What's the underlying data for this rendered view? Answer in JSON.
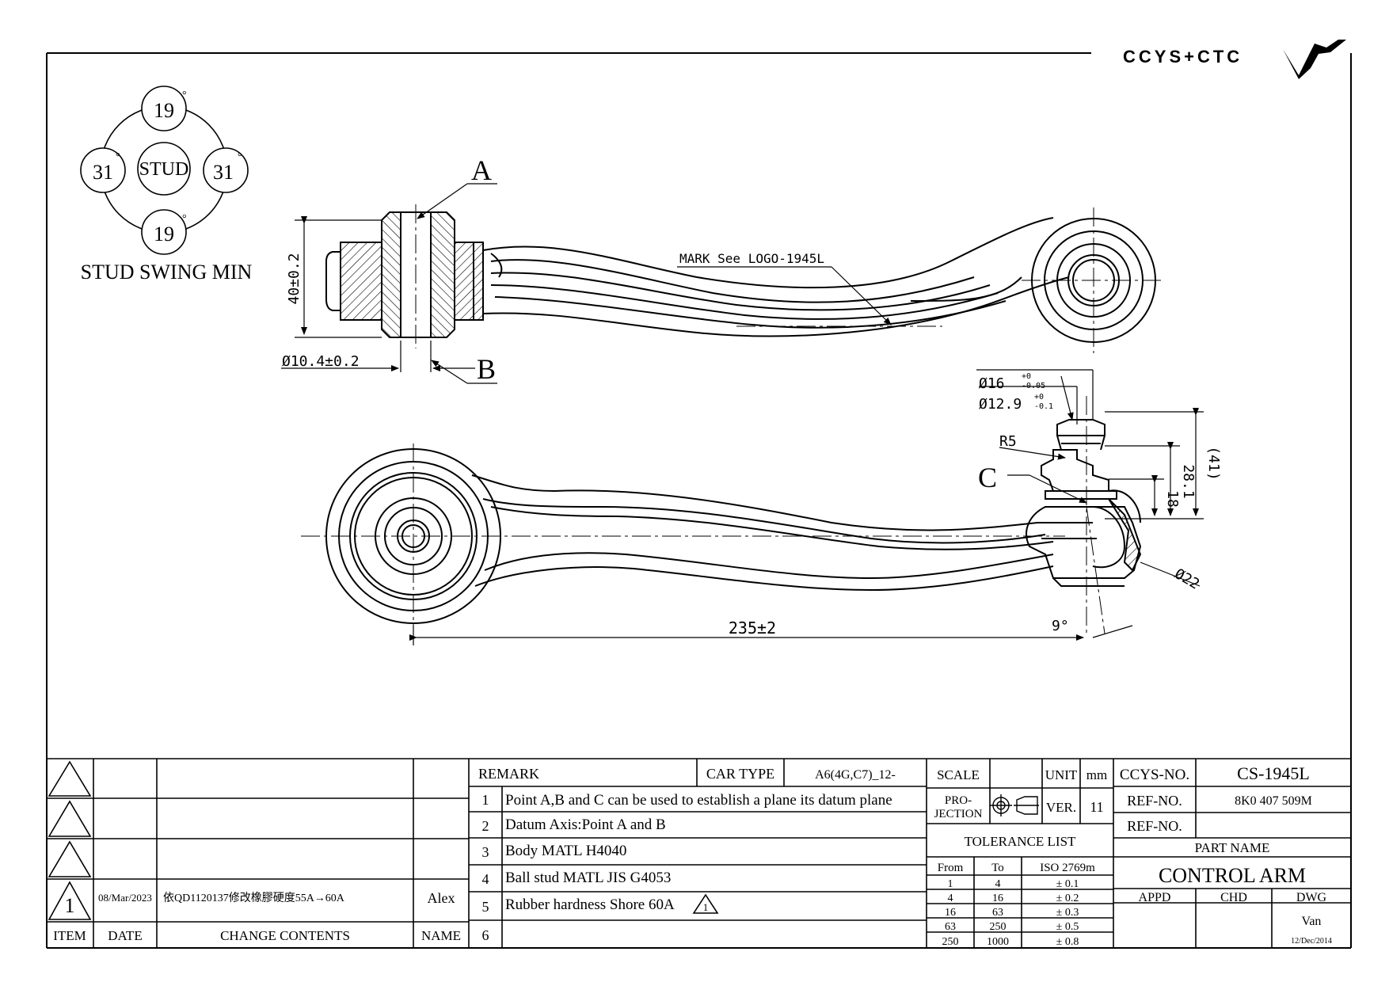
{
  "logo": {
    "text": "CCYS+CTC"
  },
  "stud_swing": {
    "top": "19",
    "bottom": "19",
    "left": "31",
    "right": "31",
    "center": "STUD",
    "degree": "°",
    "caption": "STUD SWING MIN"
  },
  "top_view": {
    "point_a": "A",
    "point_b": "B",
    "height_dim": "40±0.2",
    "bore_dim": "Ø10.4±0.2",
    "mark_note": "MARK See LOGO-1945L"
  },
  "bottom_view": {
    "dia16": "Ø16",
    "dia16_tol_upper": "+0",
    "dia16_tol_lower": "-0.05",
    "dia129": "Ø12.9",
    "dia129_tol_upper": "+0",
    "dia129_tol_lower": "-0.1",
    "r5": "R5",
    "point_c": "C",
    "dim41": "(41)",
    "dim281": "28.1",
    "dim18": "18",
    "dia22": "Ø22",
    "angle": "9°",
    "length": "235±2"
  },
  "revisions": {
    "rows": [
      {
        "item": "",
        "date": "",
        "contents": "",
        "name": ""
      },
      {
        "item": "",
        "date": "",
        "contents": "",
        "name": ""
      },
      {
        "item": "",
        "date": "",
        "contents": "",
        "name": ""
      },
      {
        "item": "1",
        "date": "08/Mar/2023",
        "contents": "依QD1120137修改橡膠硬度55A→60A",
        "name": "Alex"
      }
    ],
    "headers": {
      "item": "ITEM",
      "date": "DATE",
      "contents": "CHANGE CONTENTS",
      "name": "NAME"
    }
  },
  "remarks": {
    "header": "REMARK",
    "car_type_label": "CAR TYPE",
    "car_type": "A6(4G,C7)_12-",
    "items": [
      {
        "no": "1",
        "text": "Point A,B and C can be used to establish a plane its datum plane"
      },
      {
        "no": "2",
        "text": "Datum Axis:Point A and B"
      },
      {
        "no": "3",
        "text": "Body MATL H4040"
      },
      {
        "no": "4",
        "text": "Ball stud MATL JIS G4053"
      },
      {
        "no": "5",
        "text": "Rubber hardness Shore 60A"
      },
      {
        "no": "6",
        "text": ""
      }
    ],
    "rev_mark": "1"
  },
  "scale_block": {
    "scale_label": "SCALE",
    "scale_value": "",
    "unit_label": "UNIT",
    "unit_value": "mm",
    "projection_label_1": "PRO-",
    "projection_label_2": "JECTION",
    "ver_label": "VER.",
    "ver_value": "11",
    "tolerance_title": "TOLERANCE LIST",
    "tolerance_headers": [
      "From",
      "To",
      "ISO 2769m"
    ],
    "tolerance_rows": [
      [
        "1",
        "4",
        "± 0.1"
      ],
      [
        "4",
        "16",
        "± 0.2"
      ],
      [
        "16",
        "63",
        "± 0.3"
      ],
      [
        "63",
        "250",
        "± 0.5"
      ],
      [
        "250",
        "1000",
        "± 0.8"
      ]
    ]
  },
  "title_block": {
    "ccys_no_label": "CCYS-NO.",
    "ccys_no": "CS-1945L",
    "ref_no_label_1": "REF-NO.",
    "ref_no_1": "8K0 407 509M",
    "ref_no_label_2": "REF-NO.",
    "ref_no_2": "",
    "part_name_label": "PART NAME",
    "part_name": "CONTROL ARM",
    "appd_label": "APPD",
    "chd_label": "CHD",
    "dwg_label": "DWG",
    "appd": "",
    "chd": "",
    "dwg": "Van",
    "dwg_date": "12/Dec/2014"
  }
}
